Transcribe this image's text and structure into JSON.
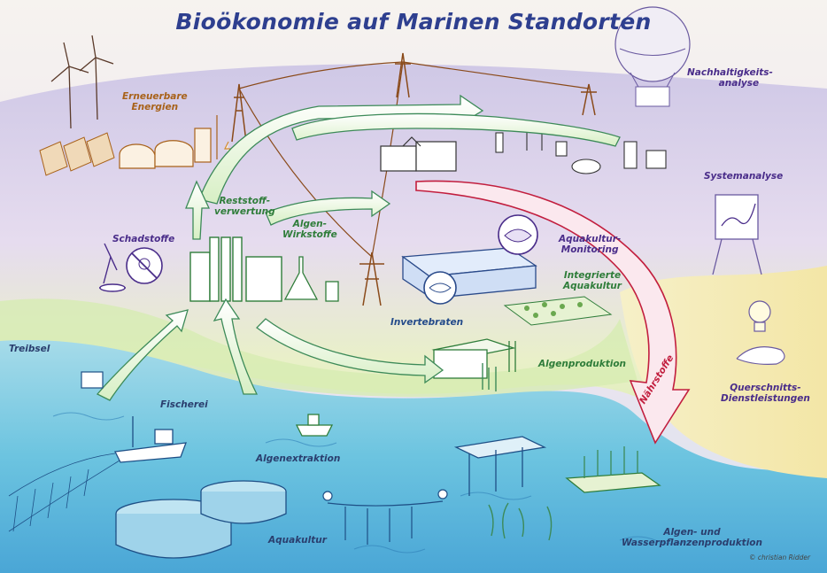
{
  "title": "Bioökonomie auf Marinen Standorten",
  "labels": {
    "erneuerbare": [
      "Erneuerbare",
      "Energien"
    ],
    "nachhaltigkeit": [
      "Nachhaltigkeits-",
      "analyse"
    ],
    "systemanalyse": "Systemanalyse",
    "reststoff": [
      "Reststoff-",
      "verwertung"
    ],
    "algen_wirkstoffe": [
      "Algen-",
      "Wirkstoffe"
    ],
    "schadstoffe": "Schadstoffe",
    "aquakultur_monitoring": [
      "Aquakultur-",
      "Monitoring"
    ],
    "integrierte_aquakultur": [
      "Integrierte",
      "Aquakultur"
    ],
    "invertebraten": "Invertebraten",
    "treibsel": "Treibsel",
    "algenproduktion": "Algenproduktion",
    "naehrstoffe": "Nährstoffe",
    "querschnitts": [
      "Querschnitts-",
      "Dienstleistungen"
    ],
    "fischerei": "Fischerei",
    "algenextraktion": "Algenextraktion",
    "aquakultur": "Aquakultur",
    "algen_wasserpflanzen": [
      "Algen- und",
      "Wasserpflanzenproduktion"
    ]
  },
  "credit": "© christian Ridder"
}
